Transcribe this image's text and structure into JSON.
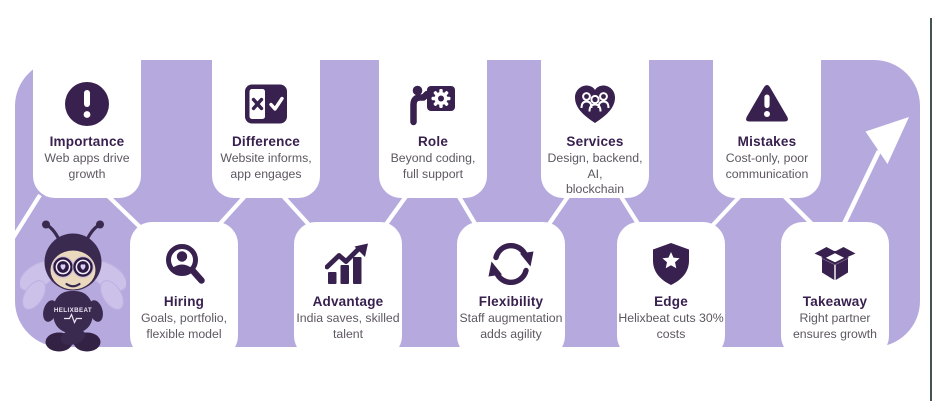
{
  "panel": {
    "background": "#b6a9de"
  },
  "colors": {
    "icon_dark": "#38204f",
    "title": "#38204f",
    "subtitle": "#5d5761",
    "connector": "#ffffff",
    "edge_line": "#42564b"
  },
  "cards": {
    "top": [
      {
        "title": "Importance",
        "subtitle": "Web apps drive\ngrowth",
        "icon": "exclamation-circle-icon"
      },
      {
        "title": "Difference",
        "subtitle": "Website informs,\napp engages",
        "icon": "checkbox-icon"
      },
      {
        "title": "Role",
        "subtitle": "Beyond coding,\nfull support",
        "icon": "presenter-board-icon"
      },
      {
        "title": "Services",
        "subtitle": "Design, backend, AI,\nblockchain",
        "icon": "heart-team-icon"
      },
      {
        "title": "Mistakes",
        "subtitle": "Cost-only, poor\ncommunication",
        "icon": "warning-triangle-icon"
      }
    ],
    "bottom": [
      {
        "title": "Hiring",
        "subtitle": "Goals, portfolio,\nflexible model",
        "icon": "search-person-icon"
      },
      {
        "title": "Advantage",
        "subtitle": "India saves, skilled\ntalent",
        "icon": "growth-chart-icon"
      },
      {
        "title": "Flexibility",
        "subtitle": "Staff augmentation\nadds agility",
        "icon": "refresh-arrows-icon"
      },
      {
        "title": "Edge",
        "subtitle": "Helixbeat cuts 30%\ncosts",
        "icon": "shield-star-icon"
      },
      {
        "title": "Takeaway",
        "subtitle": "Right partner\nensures growth",
        "icon": "open-box-icon"
      }
    ]
  },
  "mascot": {
    "label": "HELIXBEAT"
  }
}
